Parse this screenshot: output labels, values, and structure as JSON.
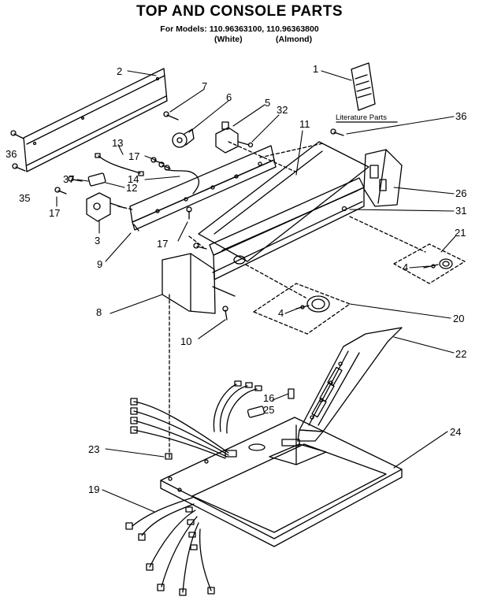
{
  "header": {
    "title": "TOP AND CONSOLE PARTS",
    "models_line": "For Models: 110.96363100, 110.96363800",
    "variant_white": "(White)",
    "variant_almond": "(Almond)"
  },
  "literature_label": "Literature Parts",
  "callouts": [
    "1",
    "2",
    "3",
    "4",
    "4",
    "5",
    "6",
    "7",
    "8",
    "9",
    "10",
    "11",
    "12",
    "13",
    "14",
    "16",
    "17",
    "17",
    "17",
    "19",
    "20",
    "21",
    "22",
    "23",
    "24",
    "25",
    "26",
    "31",
    "32",
    "35",
    "36",
    "36",
    "37"
  ]
}
